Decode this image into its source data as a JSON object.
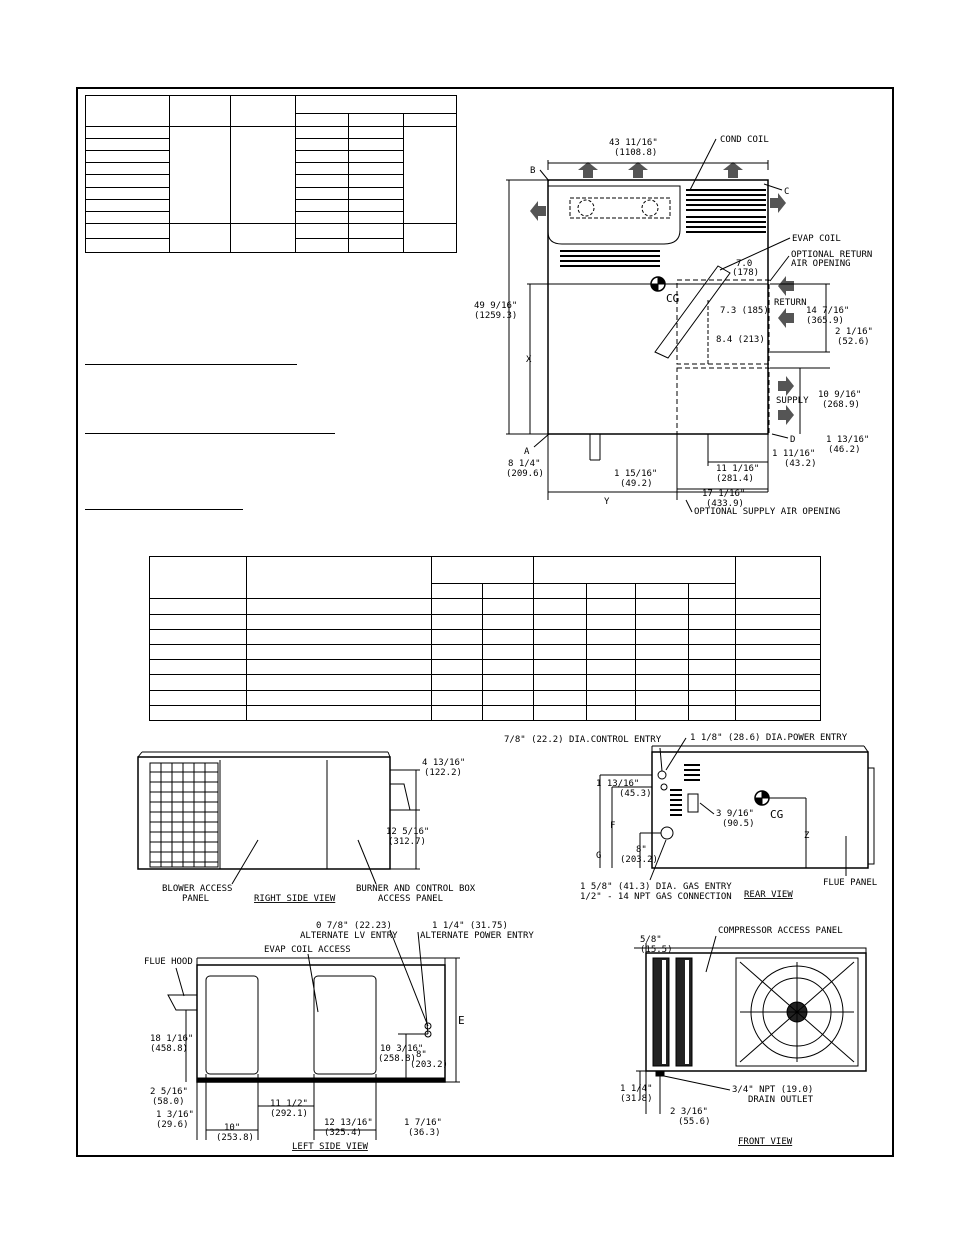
{
  "top_view": {
    "width_in": "43 11/16\"",
    "width_mm": "(1108.8)",
    "height_in": "49 9/16\"",
    "height_mm": "(1259.3)",
    "cond_coil": "COND COIL",
    "evap_coil": "EVAP COIL",
    "opt_return_1": "OPTIONAL RETURN",
    "opt_return_2": "AIR OPENING",
    "return": "RETURN",
    "supply": "SUPPLY",
    "cg": "CG",
    "pt_a": "A",
    "pt_b": "B",
    "pt_c": "C",
    "pt_d": "D",
    "pt_x": "X",
    "pt_y": "Y",
    "d_70": "7.0",
    "d_70mm": "(178)",
    "d_73": "7.3 (185)",
    "d_84": "8.4 (213)",
    "ret_in": "14 7/16\"",
    "ret_mm": "(365.9)",
    "r2_in": "2 1/16\"",
    "r2_mm": "(52.6)",
    "sup_in": "10 9/16\"",
    "sup_mm": "(268.9)",
    "d1_in": "1 13/16\"",
    "d1_mm": "(46.2)",
    "d2_in": "1 11/16\"",
    "d2_mm": "(43.2)",
    "d3_in": "11 1/16\"",
    "d3_mm": "(281.4)",
    "d4_in": "17 1/16\"",
    "d4_mm": "(433.9)",
    "d5_in": "8 1/4\"",
    "d5_mm": "(209.6)",
    "d6_in": "1 15/16\"",
    "d6_mm": "(49.2)",
    "opt_supply": "OPTIONAL SUPPLY AIR OPENING"
  },
  "right_view": {
    "d1_in": "4 13/16\"",
    "d1_mm": "(122.2)",
    "d2_in": "12 5/16\"",
    "d2_mm": "(312.7)",
    "blower_1": "BLOWER ACCESS",
    "blower_2": "PANEL",
    "title": "RIGHT SIDE VIEW",
    "burner_1": "BURNER AND CONTROL BOX",
    "burner_2": "ACCESS PANEL"
  },
  "rear_view": {
    "control_entry": "7/8\" (22.2) DIA.CONTROL ENTRY",
    "power_entry": "1 1/8\" (28.6) DIA.POWER ENTRY",
    "d1_in": "1 13/16\"",
    "d1_mm": "(45.3)",
    "d2_in": "3 9/16\"",
    "d2_mm": "(90.5)",
    "d3_in": "8\"",
    "d3_mm": "(203.2)",
    "cg": "CG",
    "f": "F",
    "g": "G",
    "z": "Z",
    "gas_entry": "1 5/8\" (41.3) DIA. GAS ENTRY",
    "gas_conn": "1/2\" - 14 NPT GAS CONNECTION",
    "title": "REAR VIEW",
    "flue_panel": "FLUE PANEL"
  },
  "left_view": {
    "lv_entry_1": "0 7/8\" (22.23)",
    "lv_entry_2": "ALTERNATE LV ENTRY",
    "pw_entry_1": "1 1/4\" (31.75)",
    "pw_entry_2": "ALTERNATE POWER ENTRY",
    "evap_access": "EVAP COIL ACCESS",
    "flue_hood": "FLUE HOOD",
    "d_18_in": "18 1/16\"",
    "d_18_mm": "(458.8)",
    "d_10_3_in": "10 3/16\"",
    "d_10_3_mm": "(258.8)",
    "d_8_in": "8\"",
    "d_8_mm": "(203.2)",
    "d_2_in": "2 5/16\"",
    "d_2_mm": "(58.0)",
    "d_1_3_in": "1 3/16\"",
    "d_1_3_mm": "(29.6)",
    "d_10_in": "10\"",
    "d_10_mm": "(253.8)",
    "d_11_in": "11 1/2\"",
    "d_11_mm": "(292.1)",
    "d_12_in": "12 13/16\"",
    "d_12_mm": "(325.4)",
    "d_1_7_in": "1 7/16\"",
    "d_1_7_mm": "(36.3)",
    "e": "E",
    "title": "LEFT SIDE VIEW"
  },
  "front_view": {
    "d1_in": "5/8\"",
    "d1_mm": "(15.5)",
    "comp_access": "COMPRESSOR ACCESS PANEL",
    "d2_in": "1 1/4\"",
    "d2_mm": "(31.8)",
    "d3_in": "2 3/16\"",
    "d3_mm": "(55.6)",
    "drain_1": "3/4\" NPT (19.0)",
    "drain_2": "DRAIN OUTLET",
    "title": "FRONT VIEW"
  }
}
